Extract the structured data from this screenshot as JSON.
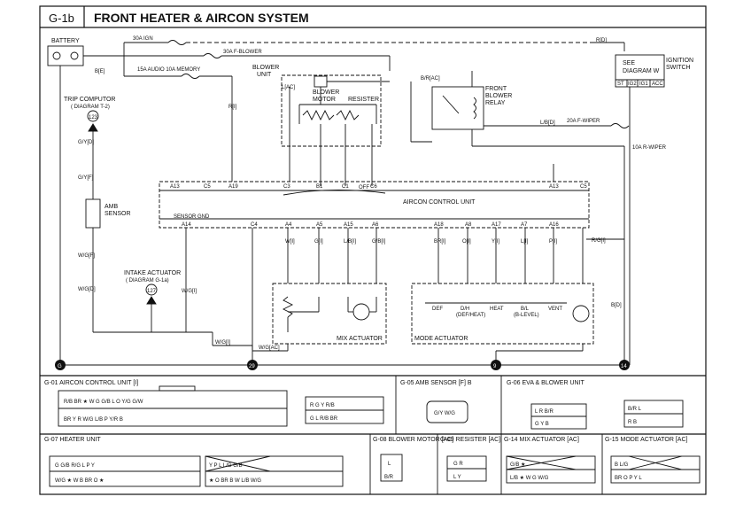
{
  "header": {
    "code": "G-1b",
    "title": "FRONT HEATER & AIRCON SYSTEM"
  },
  "labels": {
    "battery": "BATTERY",
    "ignition_switch_1": "IGNITION",
    "ignition_switch_2": "SWITCH",
    "see_1": "SEE",
    "see_2": "DIAGRAM W",
    "st": "ST",
    "ig2": "IG2",
    "ig1": "IG1",
    "acc": "ACC",
    "fuse_ign": "30A IGN",
    "fuse_blower": "30A F-BLOWER",
    "fuse_audio": "15A AUDIO  10A MEMORY",
    "blower_unit_1": "BLOWER",
    "blower_unit_2": "UNIT",
    "blower_motor_1": "BLOWER",
    "blower_motor_2": "MOTOR",
    "resister": "RESISTER",
    "relay_1": "FRONT",
    "relay_2": "BLOWER",
    "relay_3": "RELAY",
    "trip_1": "TRIP COMPUTOR",
    "trip_2": "( DIAGRAM T-2)",
    "trip_num": "123",
    "amb_1": "AMB",
    "amb_2": "SENSOR",
    "intake_1": "INTAKE ACTUATOR",
    "intake_2": "( DIAGRAM G-1a)",
    "intake_num": "127",
    "acu": "AIRCON CONTROL UNIT",
    "sensor_gnd": "SENSOR GND",
    "off": "OFF",
    "mix": "MIX ACTUATOR",
    "mode": "MODE ACTUATOR",
    "def": "DEF",
    "dh": "D/H",
    "defheat": "(DEF/HEAT)",
    "heat": "HEAT",
    "bl": "B/L",
    "bilevel": "(B-LEVEL)",
    "vent": "VENT",
    "fwiper": "20A F-WIPER",
    "rwiper": "10A R-WIPER",
    "g_node": "G",
    "n29": "29",
    "n9": "9",
    "n14": "14"
  },
  "pins": {
    "a13l": "A13",
    "c5l": "C5",
    "a19": "A19",
    "c3": "C3",
    "b1": "B1",
    "c1": "C1",
    "c6": "C6",
    "a13r": "A13",
    "c5r": "C5",
    "a14": "A14",
    "c4": "C4",
    "a4": "A4",
    "a5": "A5",
    "a15": "A15",
    "a6": "A6",
    "a18": "A18",
    "a8": "A8",
    "a17": "A17",
    "a7": "A7",
    "a16": "A16"
  },
  "wires": {
    "w1": "B[E]",
    "w2": "G/Y[D]",
    "w3": "G/Y[F]",
    "w4": "W/G[F]",
    "w5": "W/G[D]",
    "w6": "W/G[I]",
    "w7": "W/G[AC]",
    "w8": "W/G[I]",
    "w9": "B/R[AC]",
    "w10": "R[D]",
    "w11": "L/B[D]",
    "w12": "B[D]",
    "w13": "R/G[I]",
    "w14": "L[AC]",
    "w15": "R[I]",
    "w16": "W[I]",
    "w17": "G[I]",
    "w18": "L/B[I]",
    "w19": "G/B[I]",
    "w20": "BR[I]",
    "w21": "O[I]",
    "w22": "Y[I]",
    "w23": "L[I]",
    "w24": "P[I]"
  },
  "connectors": {
    "g01": "G-01 AIRCON CONTROL UNIT [I]",
    "g05": "G-05 AMB SENSOR [F] B",
    "g06": "G-06 EVA & BLOWER UNIT",
    "g07": "G-07 HEATER UNIT",
    "g08": "G-08 BLOWER MOTOR [AC]",
    "g09": "G-09 RESISTER [AC]",
    "g14": "G-14 MIX ACTUATOR [AC]",
    "g15": "G-15 MODE ACTUATOR [AC]"
  },
  "pinrows": {
    "g01_top": "R/B   BR   ★   W   G   G/B   L   O   Y/G   G/W",
    "g01_bot": "BR   Y   R   W/G   L/B   P   Y/R   B",
    "g01b_top": "R   G   Y   R/B",
    "g01b_bot": "G   L   R/B   BR",
    "g05": "G/Y   W/G",
    "g06_top": "L   R   B/R",
    "g06_bot": "G   Y   B",
    "g06b_top": "B/R   L",
    "g06b_bot": "R   B",
    "g07a_top": "G   G/B   R/G   L   P   Y",
    "g07a_bot": "W/G   ★   W   B   BR   O   ★",
    "g07b_top": "Y   P   L   L/G   G/B",
    "g07b_bot": "★   O   BR   B   W   L/B   W/G",
    "g08_top": "L",
    "g08_bot": "B/R",
    "g09_top": "G   R",
    "g09_bot": "L   Y",
    "g14_top": "G/B   ★",
    "g14_bot": "L/B   ★   W   G   W/G",
    "g15_top": "B   L/G",
    "g15_bot": "BR   O   P   Y   L"
  }
}
